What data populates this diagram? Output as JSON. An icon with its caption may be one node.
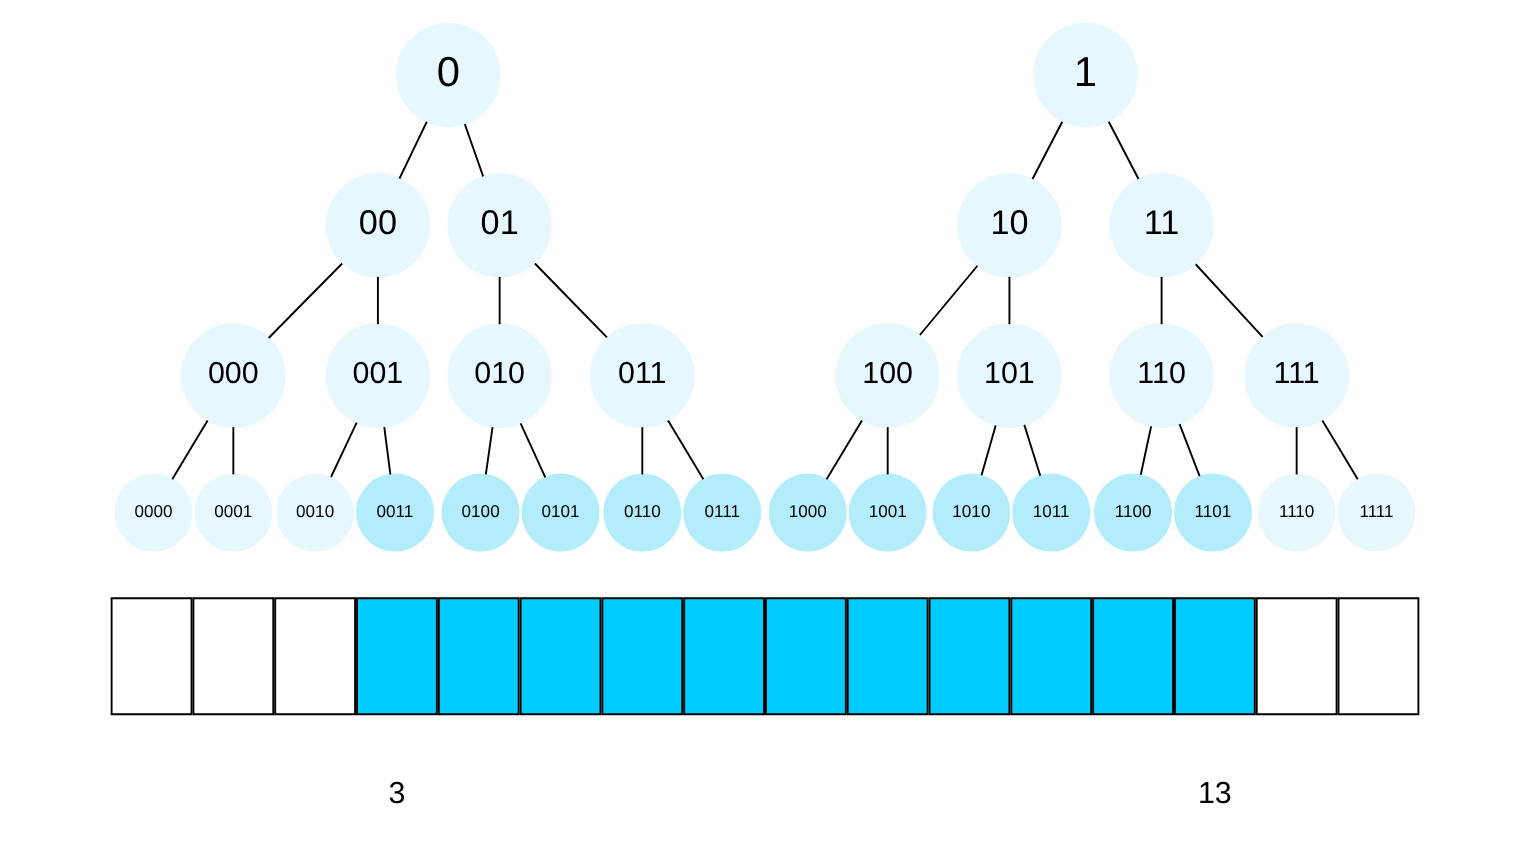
{
  "diagram": {
    "nodes": [
      {
        "text": [
          "0"
        ]
      },
      {
        "text": [
          "1"
        ]
      },
      {
        "text": [
          "00"
        ]
      },
      {
        "text": [
          "01"
        ]
      },
      {
        "text": [
          "10"
        ]
      },
      {
        "text": [
          "11"
        ]
      },
      {
        "text": [
          "000"
        ]
      },
      {
        "text": [
          "001"
        ]
      },
      {
        "text": [
          "010"
        ]
      },
      {
        "text": [
          "011"
        ]
      },
      {
        "text": [
          "100"
        ]
      },
      {
        "text": [
          "101"
        ]
      },
      {
        "text": [
          "110"
        ]
      },
      {
        "text": [
          "111"
        ]
      },
      {
        "text": [
          "0000"
        ]
      },
      {
        "text": [
          "0001"
        ]
      },
      {
        "text": [
          "0010"
        ]
      },
      {
        "text": [
          "0011"
        ]
      },
      {
        "text": [
          "0100"
        ]
      },
      {
        "text": [
          "0101"
        ]
      },
      {
        "text": [
          "0110"
        ]
      },
      {
        "text": [
          "0111"
        ]
      },
      {
        "text": [
          "1000"
        ]
      },
      {
        "text": [
          "1001"
        ]
      },
      {
        "text": [
          "1010"
        ]
      },
      {
        "text": [
          "1011"
        ]
      },
      {
        "text": [
          "1100"
        ]
      },
      {
        "text": [
          "1101"
        ]
      },
      {
        "text": [
          "1110"
        ]
      },
      {
        "text": [
          "1111"
        ]
      },
      {
        "text": [],
        "shape": "box"
      },
      {
        "text": [],
        "shape": "box"
      },
      {
        "text": [],
        "shape": "box"
      },
      {
        "text": [],
        "shape": "box"
      },
      {
        "text": [],
        "shape": "box"
      },
      {
        "text": [],
        "shape": "box"
      },
      {
        "text": [],
        "shape": "box"
      },
      {
        "text": [],
        "shape": "box"
      },
      {
        "text": [],
        "shape": "box"
      },
      {
        "text": [],
        "shape": "box"
      },
      {
        "text": [],
        "shape": "box"
      },
      {
        "text": [],
        "shape": "box"
      },
      {
        "text": [],
        "shape": "box"
      },
      {
        "text": [],
        "shape": "box"
      },
      {
        "text": [],
        "shape": "box"
      },
      {
        "text": [],
        "shape": "box"
      }
    ],
    "edges": [
      {
        "from": 0,
        "to": 2,
        "arrow": "none"
      },
      {
        "from": 0,
        "to": 3,
        "arrow": "none"
      },
      {
        "from": 1,
        "to": 4,
        "arrow": "none"
      },
      {
        "from": 1,
        "to": 5,
        "arrow": "none"
      },
      {
        "from": 2,
        "to": 6,
        "arrow": "none"
      },
      {
        "from": 2,
        "to": 7,
        "arrow": "none"
      },
      {
        "from": 3,
        "to": 8,
        "arrow": "none"
      },
      {
        "from": 3,
        "to": 9,
        "arrow": "none"
      },
      {
        "from": 4,
        "to": 10,
        "arrow": "none"
      },
      {
        "from": 4,
        "to": 11,
        "arrow": "none"
      },
      {
        "from": 5,
        "to": 12,
        "arrow": "none"
      },
      {
        "from": 5,
        "to": 13,
        "arrow": "none"
      },
      {
        "from": 6,
        "to": 14,
        "arrow": "none"
      },
      {
        "from": 6,
        "to": 15,
        "arrow": "none"
      },
      {
        "from": 7,
        "to": 16,
        "arrow": "none"
      },
      {
        "from": 7,
        "to": 17,
        "arrow": "none"
      },
      {
        "from": 8,
        "to": 18,
        "arrow": "none"
      },
      {
        "from": 8,
        "to": 19,
        "arrow": "none"
      },
      {
        "from": 9,
        "to": 20,
        "arrow": "none"
      },
      {
        "from": 9,
        "to": 21,
        "arrow": "none"
      },
      {
        "from": 10,
        "to": 22,
        "arrow": "none"
      },
      {
        "from": 10,
        "to": 23,
        "arrow": "none"
      },
      {
        "from": 11,
        "to": 24,
        "arrow": "none"
      },
      {
        "from": 11,
        "to": 25,
        "arrow": "none"
      },
      {
        "from": 12,
        "to": 26,
        "arrow": "none"
      },
      {
        "from": 12,
        "to": 27,
        "arrow": "none"
      },
      {
        "from": 13,
        "to": 28,
        "arrow": "none"
      },
      {
        "from": 13,
        "to": 29,
        "arrow": "none"
      }
    ],
    "labels": [
      "3",
      "13"
    ]
  }
}
